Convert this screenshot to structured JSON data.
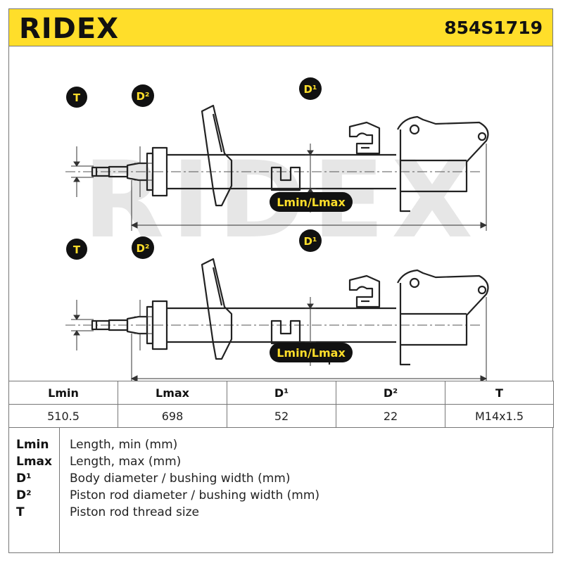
{
  "header": {
    "brand": "RIDEX",
    "part_number": "854S1719"
  },
  "colors": {
    "brand_yellow": "#ffde2a",
    "badge_fill": "#111111",
    "badge_text": "#ffde2a",
    "line": "#222222"
  },
  "diagram": {
    "watermark": "RIDEX",
    "labels": {
      "t": "T",
      "d2": "D²",
      "d1": "D¹",
      "length": "Lmin/Lmax"
    }
  },
  "table": {
    "headers": [
      "Lmin",
      "Lmax",
      "D¹",
      "D²",
      "T"
    ],
    "values": [
      "510.5",
      "698",
      "52",
      "22",
      "M14x1.5"
    ]
  },
  "legend": [
    {
      "key": "Lmin",
      "desc": "Length, min (mm)"
    },
    {
      "key": "Lmax",
      "desc": "Length, max (mm)"
    },
    {
      "key": "D¹",
      "desc": "Body diameter / bushing width (mm)"
    },
    {
      "key": "D²",
      "desc": "Piston rod diameter / bushing width (mm)"
    },
    {
      "key": "T",
      "desc": "Piston rod thread size"
    }
  ]
}
